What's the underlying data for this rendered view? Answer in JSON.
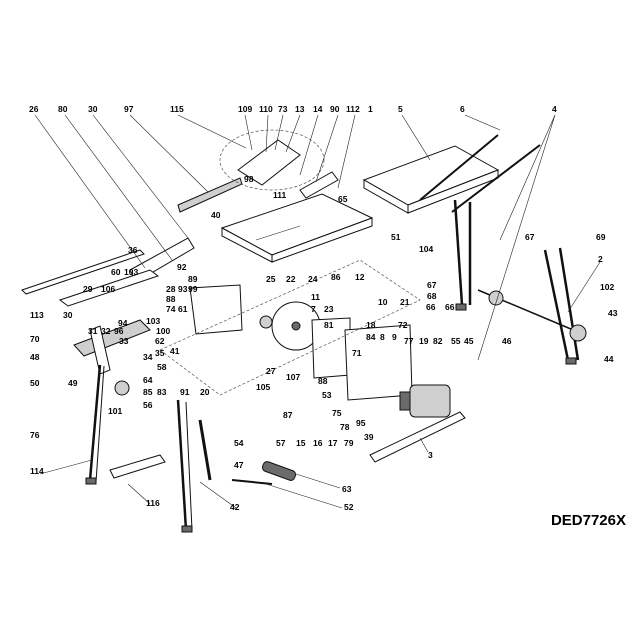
{
  "model_code": "DED7726X",
  "callouts": [
    "26",
    "80",
    "30",
    "97",
    "115",
    "109",
    "110",
    "73",
    "13",
    "14",
    "90",
    "112",
    "1",
    "5",
    "6",
    "4",
    "98",
    "111",
    "65",
    "40",
    "36",
    "60",
    "103",
    "92",
    "89",
    "25",
    "22",
    "24",
    "86",
    "12",
    "51",
    "104",
    "66",
    "67",
    "69",
    "2",
    "29",
    "106",
    "28",
    "88",
    "74",
    "61",
    "99",
    "11",
    "10",
    "21",
    "67",
    "68",
    "66",
    "102",
    "43",
    "113",
    "30",
    "31",
    "32",
    "96",
    "94",
    "33",
    "103",
    "100",
    "93",
    "62",
    "35",
    "7",
    "23",
    "81",
    "18",
    "72",
    "82",
    "55",
    "45",
    "46",
    "44",
    "70",
    "48",
    "49",
    "50",
    "34",
    "58",
    "64",
    "85",
    "56",
    "83",
    "91",
    "20",
    "41",
    "27",
    "107",
    "71",
    "84",
    "8",
    "9",
    "77",
    "19",
    "76",
    "101",
    "105",
    "87",
    "88",
    "53",
    "75",
    "78",
    "95",
    "39",
    "54",
    "47",
    "57",
    "15",
    "16",
    "17",
    "79",
    "3",
    "114",
    "116",
    "63",
    "52",
    "42"
  ]
}
